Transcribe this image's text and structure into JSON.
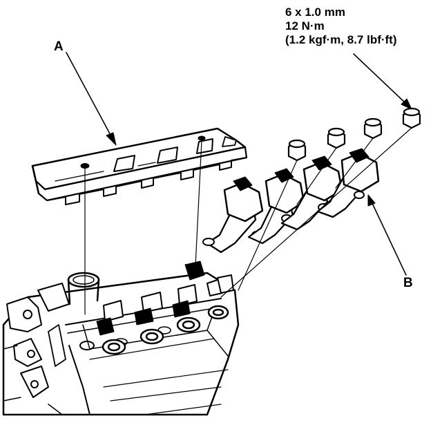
{
  "torque_spec": {
    "bolt_size": "6 x 1.0 mm",
    "torque_nm": "12 N·m",
    "torque_alt": "(1.2 kgf·m, 8.7 lbf·ft)"
  },
  "callouts": {
    "a": "A",
    "b": "B"
  },
  "parts": {
    "a": "ignition-coil-cover",
    "b": "ignition-coil"
  },
  "colors": {
    "ink": "#000000",
    "paper": "#ffffff"
  }
}
